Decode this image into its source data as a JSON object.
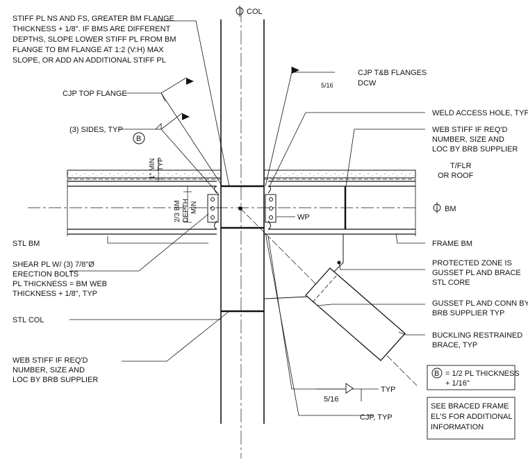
{
  "notes": {
    "stiff_pl": [
      "STIFF PL NS AND FS, GREATER BM FLANGE",
      "THICKNESS + 1/8\". IF BMS ARE DIFFERENT",
      "DEPTHS, SLOPE LOWER STIFF PL FROM BM",
      "FLANGE TO BM FLANGE AT 1:2 (V:H) MAX",
      "SLOPE, OR ADD AN ADDITIONAL STIFF PL"
    ],
    "cjp_top_flange": "CJP TOP FLANGE",
    "three_sides": "(3) SIDES, TYP",
    "cjp_tb_flanges": [
      "CJP T&B FLANGES",
      "DCW"
    ],
    "weld_access_hole": "WELD ACCESS HOLE, TYP",
    "web_stiff_right": [
      "WEB STIFF  IF REQ'D",
      "NUMBER, SIZE AND",
      "LOC BY BRB SUPPLIER"
    ],
    "tflr_roof": [
      "T/FLR",
      "OR ROOF"
    ],
    "cl_col": "COL",
    "cl_bm": "BM",
    "wp": "WP",
    "one_inch_min": [
      "1\" MIN",
      "TYP"
    ],
    "two_thirds_bm": [
      "2/3 BM",
      "DEPTH",
      "MIN"
    ],
    "stl_bm": "STL BM",
    "frame_bm": "FRAME BM",
    "shear_pl": [
      "SHEAR PL W/ (3) 7/8\"Ø",
      "ERECTION BOLTS",
      "PL THICKNESS = BM WEB",
      "THICKNESS + 1/8\", TYP"
    ],
    "protected_zone": [
      "PROTECTED ZONE IS",
      "GUSSET PL AND BRACE",
      "STL CORE"
    ],
    "stl_col": "STL COL",
    "gusset_pl": [
      "GUSSET PL AND CONN BY",
      "BRB SUPPLIER TYP"
    ],
    "brb": [
      "BUCKLING RESTRAINED",
      "BRACE, TYP"
    ],
    "web_stiff_left": [
      "WEB STIFF  IF REQ'D",
      "NUMBER, SIZE AND",
      "LOC BY BRB SUPPLIER"
    ],
    "legend_b": [
      "= 1/2 PL THICKNESS",
      "+ 1/16\""
    ],
    "weld_516": "5/16",
    "typ_weld": "TYP",
    "cjp_typ": "CJP, TYP",
    "see_braced": [
      "SEE BRACED FRAME",
      "EL'S FOR ADDITIONAL",
      "INFORMATION"
    ]
  },
  "symbols": {
    "b_tag": "B",
    "centerline_mark": "CL-icon"
  }
}
